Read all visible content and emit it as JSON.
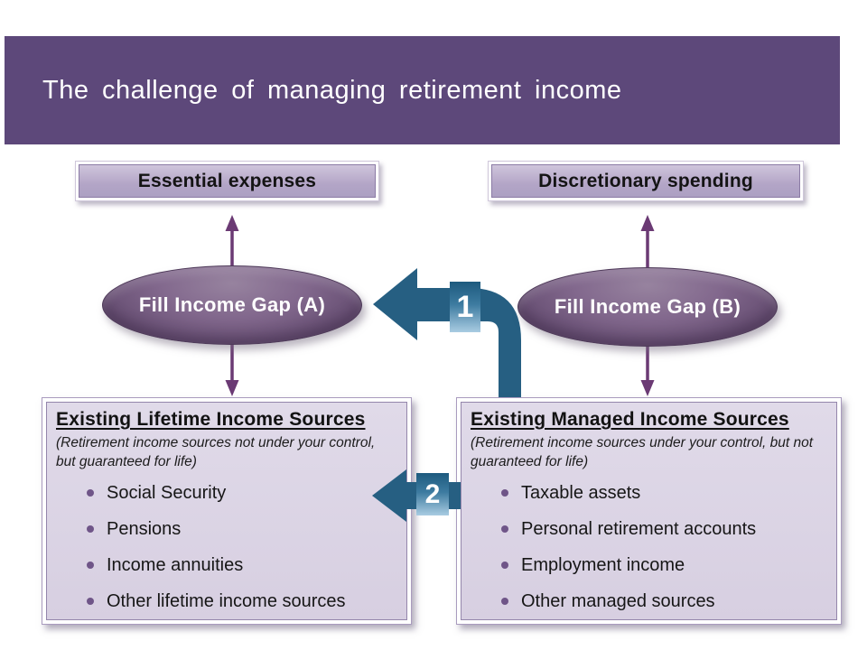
{
  "slide": {
    "title": "The challenge of managing retirement income"
  },
  "expense_boxes": {
    "essential": {
      "label": "Essential expenses"
    },
    "discretionary": {
      "label": "Discretionary spending"
    }
  },
  "income_gaps": {
    "gap_a": {
      "label": "Fill Income Gap (A)"
    },
    "gap_b": {
      "label": "Fill Income Gap (B)"
    }
  },
  "flow_steps": {
    "step_1": {
      "label": "1"
    },
    "step_2": {
      "label": "2"
    }
  },
  "income_sources": {
    "lifetime": {
      "title": "Existing Lifetime Income Sources",
      "subtitle": "(Retirement income sources not under your control, but guaranteed for life)",
      "bullets": [
        "Social Security",
        "Pensions",
        "Income annuities",
        "Other lifetime income sources"
      ]
    },
    "managed": {
      "title": "Existing Managed Income Sources",
      "subtitle": "(Retirement income sources under your control, but not guaranteed for life)",
      "bullets": [
        "Taxable assets",
        "Personal retirement accounts",
        "Employment income",
        "Other managed sources"
      ]
    }
  },
  "colors": {
    "title_bar_purple": "#5d487a",
    "box_fill_light_purple": "#b3a5c7",
    "panel_fill_lavender": "#d9d2e2",
    "ellipse_purple": "#6b5478",
    "connector_purple": "#6b3a74",
    "arrow_teal": "#265f82",
    "badge_gradient_top": "#1d5a7e",
    "badge_gradient_bottom": "#a9cce2"
  }
}
